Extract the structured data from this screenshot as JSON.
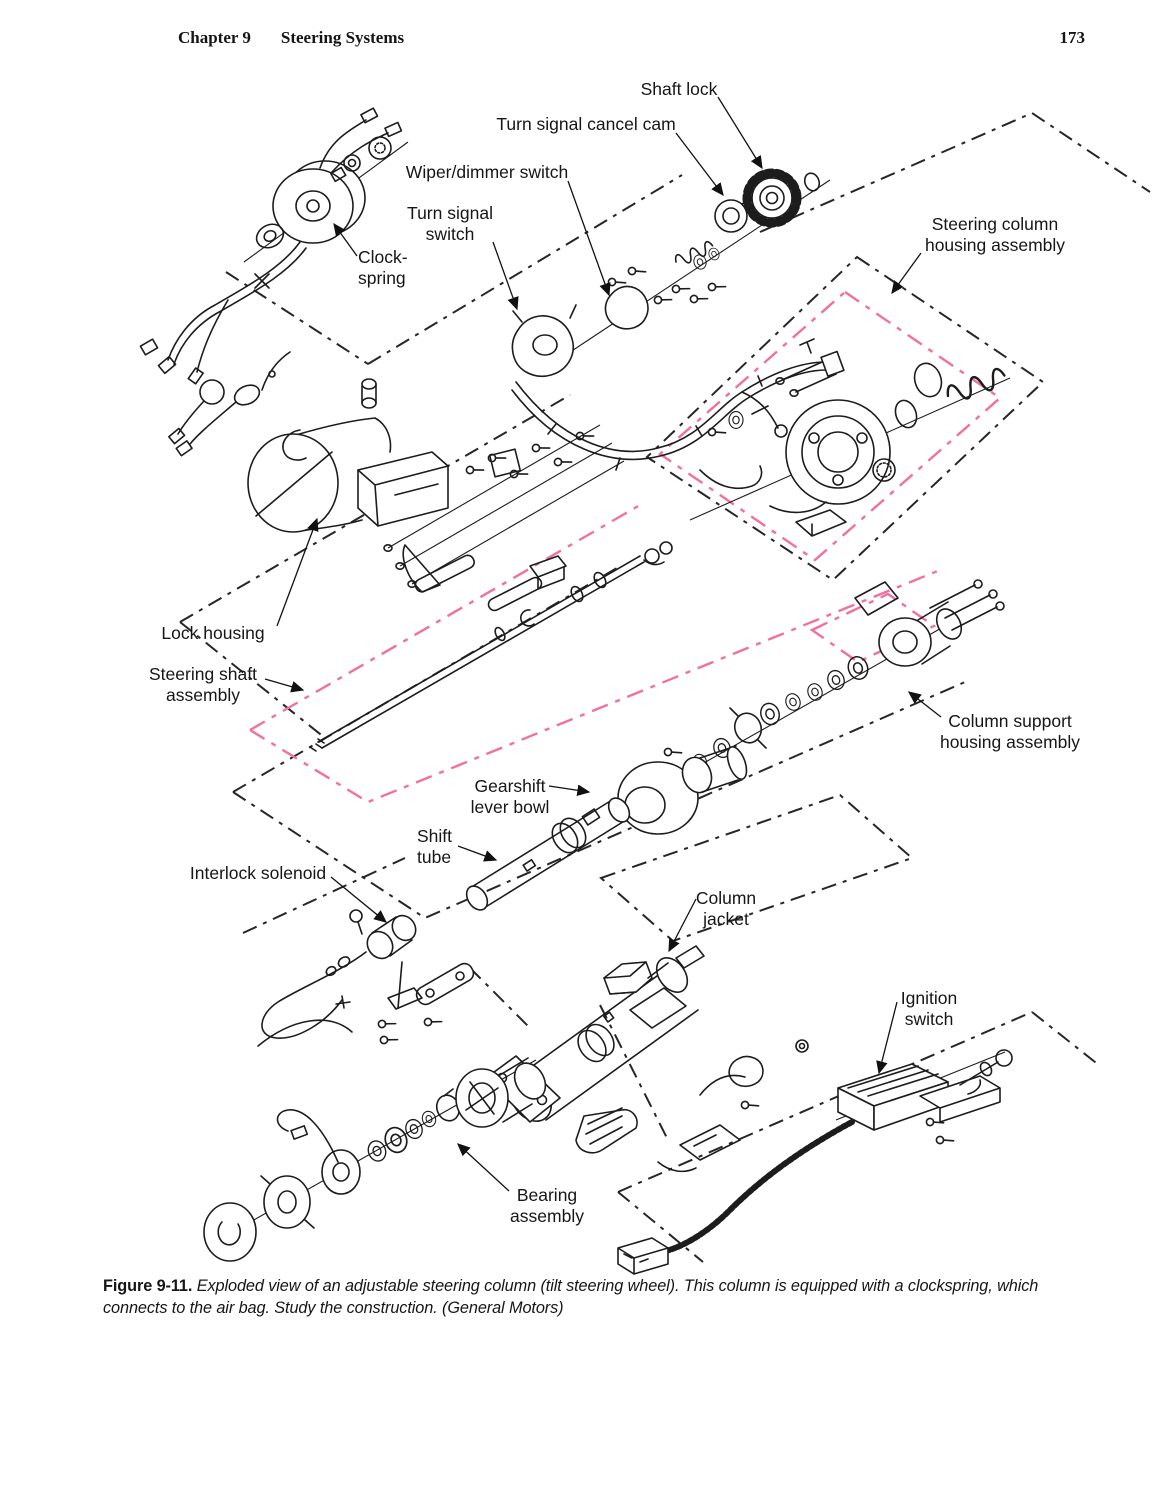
{
  "page": {
    "header": {
      "chapter_label": "Chapter 9",
      "section_title": "Steering Systems",
      "page_number": "173"
    },
    "caption": {
      "figure_label": "Figure 9-11.",
      "text": " Exploded view of an adjustable steering column (tilt steering wheel). This column is equipped with a clockspring, which connects to the air bag. Study the construction. (General Motors)"
    }
  },
  "diagram": {
    "type": "exploded-view technical illustration",
    "subject": "Adjustable (tilt) steering column",
    "credit": "General Motors",
    "colors": {
      "ink": "#1c1c1c",
      "highlight_pink": "#f170a0",
      "paper": "#ffffff"
    },
    "labels": [
      {
        "id": "shaft-lock",
        "text": "Shaft lock"
      },
      {
        "id": "turn-signal-cancel-cam",
        "text": "Turn signal cancel cam"
      },
      {
        "id": "wiper-dimmer-switch",
        "text": "Wiper/dimmer switch"
      },
      {
        "id": "turn-signal-switch",
        "text": "Turn signal\nswitch"
      },
      {
        "id": "clockspring",
        "text": "Clock-\nspring"
      },
      {
        "id": "steering-column-housing-assembly",
        "text": "Steering column\nhousing assembly"
      },
      {
        "id": "lock-housing",
        "text": "Lock housing"
      },
      {
        "id": "steering-shaft-assembly",
        "text": "Steering shaft\nassembly"
      },
      {
        "id": "column-support-housing-assembly",
        "text": "Column support\nhousing assembly"
      },
      {
        "id": "gearshift-lever-bowl",
        "text": "Gearshift\nlever bowl"
      },
      {
        "id": "shift-tube",
        "text": "Shift\ntube"
      },
      {
        "id": "interlock-solenoid",
        "text": "Interlock solenoid"
      },
      {
        "id": "column-jacket",
        "text": "Column\njacket"
      },
      {
        "id": "ignition-switch",
        "text": "Ignition\nswitch"
      },
      {
        "id": "bearing-assembly",
        "text": "Bearing\nassembly"
      }
    ]
  }
}
